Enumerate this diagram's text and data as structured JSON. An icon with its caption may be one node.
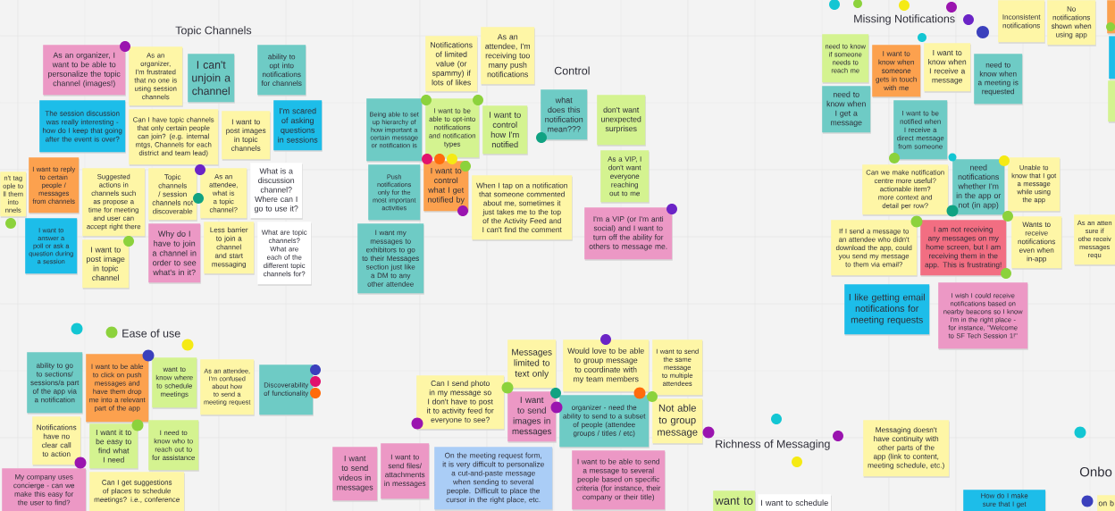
{
  "diagram": {
    "nodes": [
      {
        "text": [
          "As an organizer, I want to be able to personalize the topic channel (images!)"
        ]
      },
      {
        "text": [
          "As an organizer, I'm frustrated that no one is using session channels"
        ]
      },
      {
        "text": [
          "I can't unjoin a channel"
        ]
      },
      {
        "text": [
          "ability to opt into notifications for channels"
        ]
      },
      {
        "text": [
          "The session discussion was really interesting - how do I keep that going after the event is over?"
        ]
      },
      {
        "text": [
          "Can I have topic channels that only certain people can join? (e.g. internal mtgs, Channels for each district and team lead)"
        ]
      },
      {
        "text": [
          "I want to post images in topic channels"
        ]
      },
      {
        "text": [
          "I'm scared of asking questions in sessions"
        ]
      },
      {
        "text": [
          "n't tag ople to ll them into nnels"
        ]
      },
      {
        "text": [
          "I want to reply to certain people / messages from channels"
        ]
      },
      {
        "text": [
          "Suggested actions in channels such as propose a time for meeting and user can accept right there"
        ]
      },
      {
        "text": [
          "I want to answer a poll or ask a question during a session"
        ]
      },
      {
        "text": [
          "I want to post image in topic channel"
        ]
      },
      {
        "text": [
          "Topic channels / session channels not discoverable"
        ]
      },
      {
        "text": [
          "As an attendee, what is a topic channel?"
        ]
      },
      {
        "text": [
          "What is a discussion channel? Where can I go to use it?"
        ]
      },
      {
        "text": [
          "Why do I have to join a channel in order to see what's in it?"
        ]
      },
      {
        "text": [
          "Less barrier to join a channel and start messaging"
        ]
      },
      {
        "text": [
          "What are topic channels? What are each of the different topic channels for?"
        ]
      },
      {
        "text": [
          "Notifications of limited value (or spammy) if lots of likes"
        ]
      },
      {
        "text": [
          "As an attendee, I'm receiving too many push notifications"
        ]
      },
      {
        "text": [
          "Being able to set up hierarchy of how important a certain message or notification is"
        ]
      },
      {
        "text": [
          "I want to be able to opt-into notifications and notification types"
        ]
      },
      {
        "text": [
          "I want to control how I'm notified"
        ]
      },
      {
        "text": [
          "Push notifications only for the most important activities"
        ]
      },
      {
        "text": [
          "I want to control what I get notified by"
        ]
      },
      {
        "text": [
          "I want my messages to exhibitors to go to their Messages section just like a DM to any other attendee"
        ]
      },
      {
        "text": [
          "what does this notification mean???"
        ]
      },
      {
        "text": [
          "don't want unexpected surprises"
        ]
      },
      {
        "text": [
          "When I tap on a notification that someone commented about me, sometimes it just takes me to the top of the Activity Feed and I can't find the comment"
        ]
      },
      {
        "text": [
          "As a VIP, I don't want everyone reaching out to me"
        ]
      },
      {
        "text": [
          "I'm a VIP (or I'm anti social) and I want to turn off the ability for others to message me."
        ]
      },
      {
        "text": [
          "Inconsistent notifications"
        ]
      },
      {
        "text": [
          "No notifications shown when using app"
        ]
      },
      {
        "text": [],
        "shape": "box"
      },
      {
        "text": [],
        "shape": "box"
      },
      {
        "text": [],
        "shape": "box"
      },
      {
        "text": [
          "need to know if someone needs to reach me"
        ]
      },
      {
        "text": [
          "I want to know when someone gets in touch with me"
        ]
      },
      {
        "text": [
          "I want to know when I receive a message"
        ]
      },
      {
        "text": [
          "need to know when I get a message"
        ]
      },
      {
        "text": [
          "I want to be notified when I receive a direct message from someone"
        ]
      },
      {
        "text": [
          "need to know when a meeting is requested"
        ]
      },
      {
        "text": [
          "Can we make notification centre more useful? actionable item? more context and detail per row?"
        ]
      },
      {
        "text": [
          "need notifications whether I'm in the app or not (in app)"
        ]
      },
      {
        "text": [
          "Unable to know that I got a message while using the app"
        ]
      },
      {
        "text": [
          "As an atten sure if othe receiv messages requ"
        ]
      },
      {
        "text": [
          "If I send a message to an attendee who didn't download the app, could you send my message to them via email?"
        ]
      },
      {
        "text": [
          "I am not receiving any messages on my home screen, but I am receiving them in the app. This is frustrating!"
        ]
      },
      {
        "text": [
          "Wants to receive notifications even when in-app"
        ]
      },
      {
        "text": [
          "I like getting email notifications for meeting requests"
        ]
      },
      {
        "text": [
          "I wish I could receive notifications based on nearby beacons so I know I'm in the right place - for instance, \"Welcome to SF Tech Session 1!\""
        ]
      },
      {
        "text": [
          "ability to go to sections/sessions/a part of the app via a notification"
        ]
      },
      {
        "text": [
          "I want to be able to click on push messages and have them drop me into a relevant part of the app"
        ]
      },
      {
        "text": [
          "want to know where to schedule meetings"
        ]
      },
      {
        "text": [
          "As an attendee, I'm confused about how to send a meeting request"
        ]
      },
      {
        "text": [
          "Discoverability of functionality"
        ]
      },
      {
        "text": [
          "Notifications have no clear call to action"
        ]
      },
      {
        "text": [
          "I want it to be easy to find what I need"
        ]
      },
      {
        "text": [
          "I need to know who to reach out to for assistance"
        ]
      },
      {
        "text": [
          "My company uses concierge - can we make this easy for the user to find?"
        ]
      },
      {
        "text": [
          "Can I get suggestions of places to schedule meetings? i.e., conference"
        ]
      },
      {
        "text": [
          "I want to send videos in messages"
        ]
      },
      {
        "text": [
          "I want to send files/attachments in messages"
        ]
      },
      {
        "text": [
          "On the meeting request form, it is very difficult to personalize a cut-and-paste message when sending to several people. Difficult to place the cursor in the right place, etc."
        ]
      },
      {
        "text": [
          "Can I send photo in my message so I don't have to post it to activity feed for everyone to see?"
        ]
      },
      {
        "text": [
          "Messages limited to text only"
        ]
      },
      {
        "text": [
          "I want to send images in messages"
        ]
      },
      {
        "text": [
          "Would love to be able to group message to coordinate with my team members"
        ]
      },
      {
        "text": [
          "I want to send the same message to multiple attendees"
        ]
      },
      {
        "text": [
          "organizer - need the ability to send to a subset of people (attendee groups / titles / etc)"
        ]
      },
      {
        "text": [
          "Not able to group message"
        ]
      },
      {
        "text": [
          "I want to be able to send a message to several people based on specific criteria (for instance, their company or their title)"
        ]
      },
      {
        "text": [
          "Messaging doesn't have continuity with other parts of the app (link to content, meeting schedule, etc.)"
        ]
      },
      {
        "text": [
          "want to"
        ]
      },
      {
        "text": [
          "I want to schedule"
        ]
      },
      {
        "text": [
          "How do I make sure that I get"
        ]
      },
      {
        "text": [
          "on b"
        ]
      }
    ],
    "labels": [
      "Topic Channels",
      "Control",
      "Missing Notifications",
      "Ease of use",
      "Richness of Messaging",
      "Onbo"
    ]
  }
}
